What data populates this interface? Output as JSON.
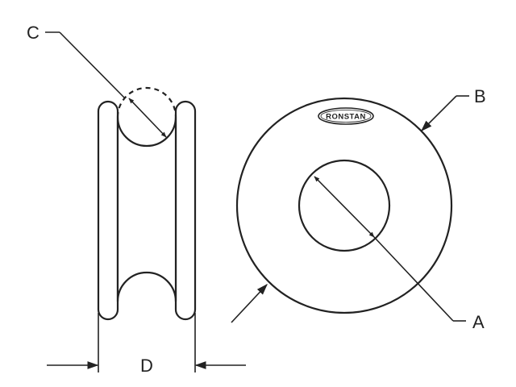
{
  "labels": {
    "a": "A",
    "b": "B",
    "c": "C",
    "d": "D"
  },
  "logo": {
    "text": "RONSTAN"
  },
  "colors": {
    "ink": "#222222",
    "background": "#ffffff"
  }
}
